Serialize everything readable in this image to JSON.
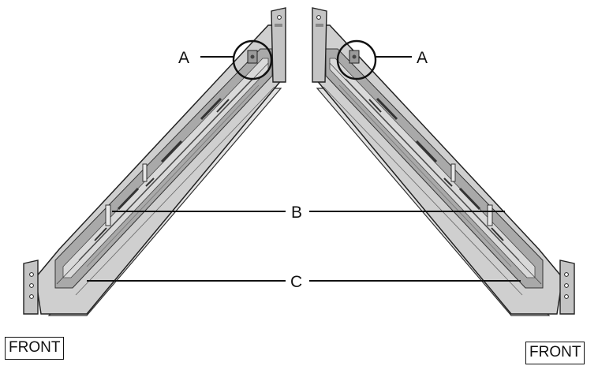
{
  "labels": {
    "a_left": "A",
    "a_right": "A",
    "b": "B",
    "c": "C"
  },
  "front_left": "FRONT",
  "front_right": "FRONT",
  "colors": {
    "rail_face": "#d6d6d6",
    "rail_mid": "#bdbdbd",
    "rail_dark": "#8e8e8e",
    "rail_shadow": "#5f5f5f",
    "outline": "#222222"
  }
}
